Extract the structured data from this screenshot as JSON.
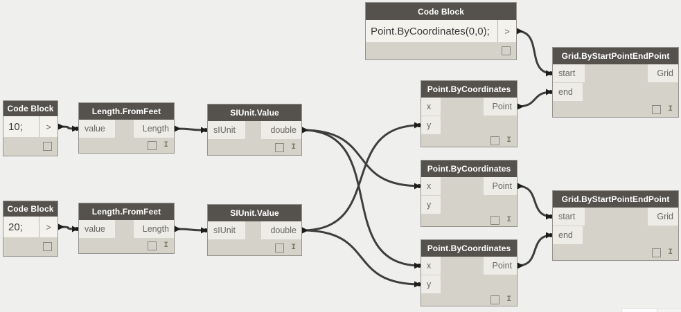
{
  "app": {
    "name": "visual-program-graph",
    "colors": {
      "canvas_bg": "#efefee",
      "node_header": "#55524d",
      "node_body": "#d5d2ca",
      "port_bg": "#eeece6",
      "code_bg": "#f4f2ec",
      "wire": "#3e3e3e",
      "header_text": "#ffffff",
      "port_text": "#6b6862"
    }
  },
  "graph": {
    "nodes": [
      {
        "id": "code-block-point",
        "type": "codeblock",
        "title": "Code Block",
        "code": "Point.ByCoordinates(0,0);",
        "out_label": ">"
      },
      {
        "id": "grid-1",
        "type": "func",
        "title": "Grid.ByStartPointEndPoint",
        "inputs": [
          "start",
          "end"
        ],
        "outputs": [
          "Grid"
        ],
        "lacing": "I"
      },
      {
        "id": "point-1",
        "type": "func",
        "title": "Point.ByCoordinates",
        "inputs": [
          "x",
          "y"
        ],
        "outputs": [
          "Point"
        ],
        "lacing": "I"
      },
      {
        "id": "code-block-10",
        "type": "codeblock",
        "title": "Code Block",
        "code": "10;",
        "out_label": ">"
      },
      {
        "id": "length-1",
        "type": "func",
        "title": "Length.FromFeet",
        "inputs": [
          "value"
        ],
        "outputs": [
          "Length"
        ],
        "lacing": "I"
      },
      {
        "id": "siunit-1",
        "type": "func",
        "title": "SIUnit.Value",
        "inputs": [
          "sIUnit"
        ],
        "outputs": [
          "double"
        ],
        "lacing": "I"
      },
      {
        "id": "point-2",
        "type": "func",
        "title": "Point.ByCoordinates",
        "inputs": [
          "x",
          "y"
        ],
        "outputs": [
          "Point"
        ],
        "lacing": "I"
      },
      {
        "id": "code-block-20",
        "type": "codeblock",
        "title": "Code Block",
        "code": "20;",
        "out_label": ">"
      },
      {
        "id": "length-2",
        "type": "func",
        "title": "Length.FromFeet",
        "inputs": [
          "value"
        ],
        "outputs": [
          "Length"
        ],
        "lacing": "I"
      },
      {
        "id": "siunit-2",
        "type": "func",
        "title": "SIUnit.Value",
        "inputs": [
          "sIUnit"
        ],
        "outputs": [
          "double"
        ],
        "lacing": "I"
      },
      {
        "id": "point-3",
        "type": "func",
        "title": "Point.ByCoordinates",
        "inputs": [
          "x",
          "y"
        ],
        "outputs": [
          "Point"
        ],
        "lacing": "I"
      },
      {
        "id": "grid-2",
        "type": "func",
        "title": "Grid.ByStartPointEndPoint",
        "inputs": [
          "start",
          "end"
        ],
        "outputs": [
          "Grid"
        ],
        "lacing": "I"
      }
    ],
    "connections": [
      {
        "from": [
          "code-block-point",
          "out"
        ],
        "to": [
          "grid-1",
          "start"
        ]
      },
      {
        "from": [
          "point-1",
          "Point"
        ],
        "to": [
          "grid-1",
          "end"
        ]
      },
      {
        "from": [
          "code-block-10",
          "out"
        ],
        "to": [
          "length-1",
          "value"
        ]
      },
      {
        "from": [
          "length-1",
          "Length"
        ],
        "to": [
          "siunit-1",
          "sIUnit"
        ]
      },
      {
        "from": [
          "siunit-1",
          "double"
        ],
        "to": [
          "point-2",
          "x"
        ]
      },
      {
        "from": [
          "siunit-1",
          "double"
        ],
        "to": [
          "point-3",
          "x"
        ]
      },
      {
        "from": [
          "code-block-20",
          "out"
        ],
        "to": [
          "length-2",
          "value"
        ]
      },
      {
        "from": [
          "length-2",
          "Length"
        ],
        "to": [
          "siunit-2",
          "sIUnit"
        ]
      },
      {
        "from": [
          "siunit-2",
          "double"
        ],
        "to": [
          "point-1",
          "y"
        ]
      },
      {
        "from": [
          "siunit-2",
          "double"
        ],
        "to": [
          "point-3",
          "y"
        ]
      },
      {
        "from": [
          "point-2",
          "Point"
        ],
        "to": [
          "grid-2",
          "start"
        ]
      },
      {
        "from": [
          "point-3",
          "Point"
        ],
        "to": [
          "grid-2",
          "end"
        ]
      }
    ]
  }
}
